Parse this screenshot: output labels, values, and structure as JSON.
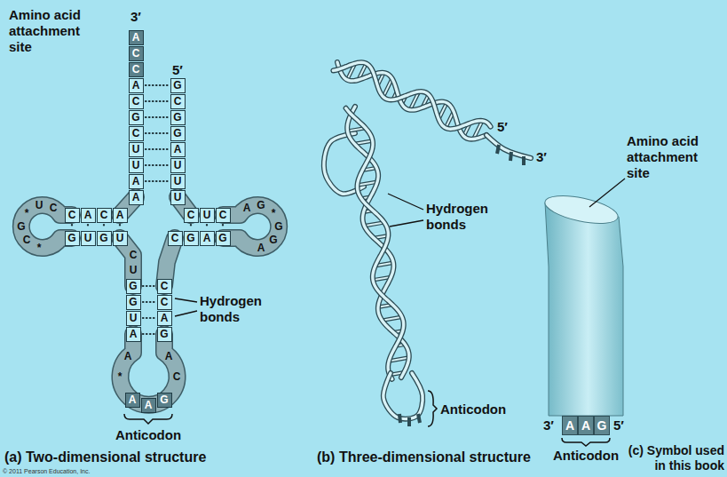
{
  "diagram": {
    "nodes": [
      {
        "text": [
          "A"
        ]
      },
      {
        "text": [
          "C"
        ]
      },
      {
        "text": [
          "C"
        ]
      },
      {
        "text": [
          "A"
        ]
      },
      {
        "text": [
          "C"
        ]
      },
      {
        "text": [
          "G"
        ]
      },
      {
        "text": [
          "C"
        ]
      },
      {
        "text": [
          "U"
        ]
      },
      {
        "text": [
          "U"
        ]
      },
      {
        "text": [
          "A"
        ]
      },
      {
        "text": [
          "A"
        ]
      },
      {
        "text": [
          "G"
        ]
      },
      {
        "text": [
          "C"
        ]
      },
      {
        "text": [
          "G"
        ]
      },
      {
        "text": [
          "G"
        ]
      },
      {
        "text": [
          "A"
        ]
      },
      {
        "text": [
          "U"
        ]
      },
      {
        "text": [
          "U"
        ]
      },
      {
        "text": [
          "U"
        ]
      },
      {
        "text": [
          "C"
        ]
      },
      {
        "text": [
          "A"
        ]
      },
      {
        "text": [
          "C"
        ]
      },
      {
        "text": [
          "A"
        ]
      },
      {
        "text": [
          "C"
        ]
      },
      {
        "text": [
          "U"
        ]
      },
      {
        "text": [
          "*"
        ]
      },
      {
        "text": [
          "G"
        ]
      },
      {
        "text": [
          "C"
        ]
      },
      {
        "text": [
          "*"
        ]
      },
      {
        "text": [
          "G"
        ]
      },
      {
        "text": [
          "U"
        ]
      },
      {
        "text": [
          "G"
        ]
      },
      {
        "text": [
          "U"
        ]
      },
      {
        "text": [
          "C"
        ]
      },
      {
        "text": [
          "U"
        ]
      },
      {
        "text": [
          "G"
        ]
      },
      {
        "text": [
          "G"
        ]
      },
      {
        "text": [
          "U"
        ]
      },
      {
        "text": [
          "A"
        ]
      },
      {
        "text": [
          "C"
        ]
      },
      {
        "text": [
          "C"
        ]
      },
      {
        "text": [
          "A"
        ]
      },
      {
        "text": [
          "G"
        ]
      },
      {
        "text": [
          "A"
        ]
      },
      {
        "text": [
          "*"
        ]
      },
      {
        "text": [
          "A"
        ]
      },
      {
        "text": [
          "A"
        ]
      },
      {
        "text": [
          "G"
        ]
      },
      {
        "text": [
          "C"
        ]
      },
      {
        "text": [
          "A"
        ]
      },
      {
        "text": [
          "C"
        ]
      },
      {
        "text": [
          "U"
        ]
      },
      {
        "text": [
          "C"
        ]
      },
      {
        "text": [
          "A"
        ]
      },
      {
        "text": [
          "G"
        ]
      },
      {
        "text": [
          "*"
        ]
      },
      {
        "text": [
          "G"
        ]
      },
      {
        "text": [
          "G"
        ]
      },
      {
        "text": [
          "A"
        ]
      },
      {
        "text": [
          "C"
        ]
      },
      {
        "text": [
          "G"
        ]
      },
      {
        "text": [
          "A"
        ]
      },
      {
        "text": [
          "G"
        ]
      },
      {
        "text": [
          "A"
        ]
      },
      {
        "text": [
          "A"
        ]
      },
      {
        "text": [
          "G"
        ]
      }
    ],
    "edges": [
      {
        "from": 3,
        "to": 11,
        "arrow": "none"
      },
      {
        "from": 4,
        "to": 12,
        "arrow": "none"
      },
      {
        "from": 5,
        "to": 13,
        "arrow": "none"
      },
      {
        "from": 6,
        "to": 14,
        "arrow": "none"
      },
      {
        "from": 7,
        "to": 15,
        "arrow": "none"
      },
      {
        "from": 8,
        "to": 16,
        "arrow": "none"
      },
      {
        "from": 9,
        "to": 17,
        "arrow": "none"
      },
      {
        "from": 19,
        "to": 29,
        "arrow": "none"
      },
      {
        "from": 20,
        "to": 30,
        "arrow": "none"
      },
      {
        "from": 21,
        "to": 31,
        "arrow": "none"
      },
      {
        "from": 22,
        "to": 32,
        "arrow": "none"
      },
      {
        "from": 35,
        "to": 39,
        "arrow": "none"
      },
      {
        "from": 36,
        "to": 40,
        "arrow": "none"
      },
      {
        "from": 37,
        "to": 41,
        "arrow": "none"
      },
      {
        "from": 38,
        "to": 42,
        "arrow": "none"
      },
      {
        "from": 50,
        "to": 60,
        "arrow": "none"
      },
      {
        "from": 51,
        "to": 61,
        "arrow": "none"
      },
      {
        "from": 52,
        "to": 62,
        "arrow": "none"
      }
    ],
    "labels": [
      "3′",
      "5′",
      "Amino acid attachment site",
      "Hydrogen bonds",
      "Anticodon",
      "(a) Two-dimensional structure",
      "5′",
      "3′",
      "Hydrogen bonds",
      "Anticodon",
      "(b) Three-dimensional structure",
      "Amino acid attachment site",
      "3′",
      "5′",
      "Anticodon",
      "(c) Symbol used in this book",
      "© 2011 Pearson Education, Inc."
    ]
  }
}
